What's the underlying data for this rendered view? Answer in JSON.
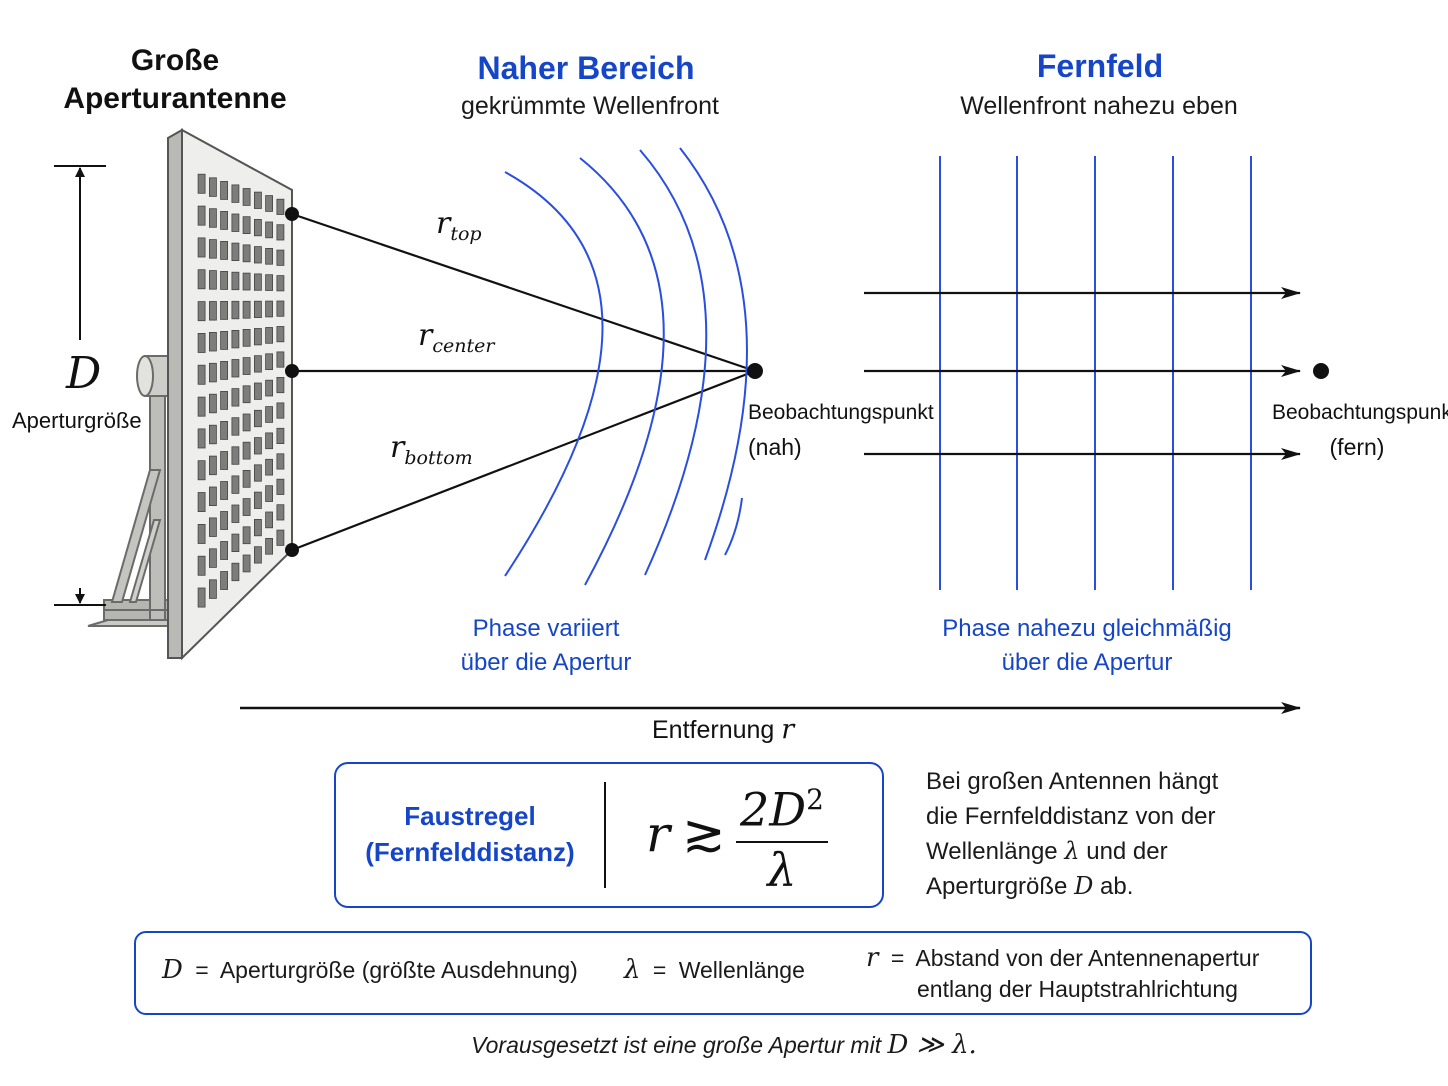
{
  "antenna": {
    "title_line1": "Große",
    "title_line2": "Aperturantenne",
    "dim_symbol": "D",
    "dim_label": "Aperturgröße"
  },
  "near": {
    "title": "Naher Bereich",
    "subtitle": "gekrümmte Wellenfront",
    "r_symbol": "r",
    "ray_subscripts": [
      "top",
      "center",
      "bottom"
    ],
    "observation_line1": "Beobachtungspunkt",
    "observation_line2": "(nah)",
    "note_line1": "Phase variiert",
    "note_line2": "über die Apertur"
  },
  "far": {
    "title": "Fernfeld",
    "subtitle": "Wellenfront nahezu eben",
    "observation_line1": "Beobachtungspunkt",
    "observation_line2": "(fern)",
    "note_line1": "Phase nahezu gleichmäßig",
    "note_line2": "über die Apertur"
  },
  "distance_axis": {
    "label": "Entfernung",
    "symbol": "r"
  },
  "rule": {
    "label_line1": "Faustregel",
    "label_line2": "(Fernfelddistanz)",
    "formula_lhs": "r",
    "formula_rel": "≳",
    "formula_numerator": "2D",
    "formula_exponent": "2",
    "formula_denominator": "λ"
  },
  "explanation": {
    "line1": "Bei großen Antennen hängt",
    "line2": "die Fernfelddistanz von der",
    "line3_text": "Wellenlänge",
    "line3_symbol": "λ",
    "line3_end": "und der",
    "line4_text": "Aperturgröße",
    "line4_symbol": "D",
    "line4_end": "ab."
  },
  "legend": {
    "d_symbol": "D",
    "d_text": "Aperturgröße (größte Ausdehnung)",
    "lambda_symbol": "λ",
    "lambda_text": "Wellenlänge",
    "r_symbol": "r",
    "r_text_line1": "Abstand von der Antennenapertur",
    "r_text_line2": "entlang der Hauptstrahlrichtung",
    "equals": "="
  },
  "footnote": {
    "text": "Vorausgesetzt ist eine große Apertur mit",
    "formula": "D ≫ λ."
  },
  "colors": {
    "accent_blue": "#1646c8",
    "wave_blue": "#2a4fe0",
    "line": "#111111",
    "panel": "#eeeeec",
    "frame": "#9a9a98"
  }
}
